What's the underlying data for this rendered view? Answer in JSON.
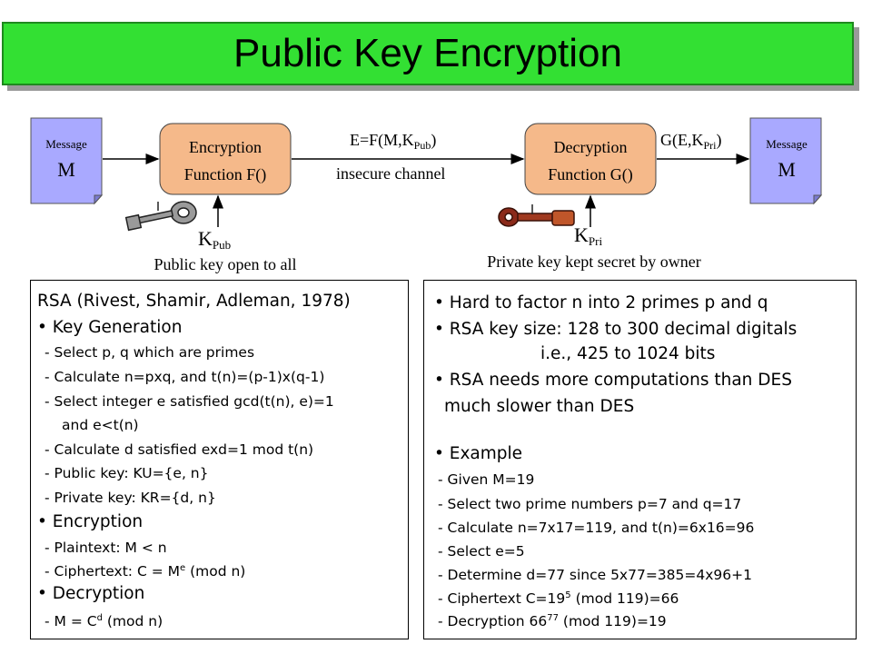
{
  "title": "Public Key Encryption",
  "diagram": {
    "message_left": {
      "label": "Message",
      "symbol": "M"
    },
    "message_right": {
      "label": "Message",
      "symbol": "M"
    },
    "encryption": {
      "line1": "Encryption",
      "line2": "Function F()"
    },
    "decryption": {
      "line1": "Decryption",
      "line2": "Function G()"
    },
    "e_formula": {
      "main": "E=F(M,K",
      "sub": "Pub",
      "close": ")"
    },
    "g_formula": {
      "main": "G(E,K",
      "sub": "Pri",
      "close": ")"
    },
    "channel": "insecure channel",
    "k_pub": {
      "main": "K",
      "sub": "Pub"
    },
    "k_pri": {
      "main": "K",
      "sub": "Pri"
    },
    "public_caption": "Public key open to all",
    "private_caption": "Private key kept secret by owner",
    "colors": {
      "message": "#a9a9ff",
      "function": "#f5b98a",
      "title": "#33e033",
      "key_public": "#666666",
      "key_private": "#8b2a1a"
    }
  },
  "left_box": {
    "heading": "RSA (Rivest, Shamir, Adleman, 1978)",
    "keygen_title": "• Key Generation",
    "kg1": "- Select p, q which are primes",
    "kg2": "- Calculate n=pxq, and t(n)=(p-1)x(q-1)",
    "kg3": "- Select integer e satisfied gcd(t(n), e)=1",
    "kg3b": "and e<t(n)",
    "kg4": "- Calculate d satisfied exd=1 mod t(n)",
    "kg5": "- Public key:  KU={e, n}",
    "kg6": "- Private key: KR={d, n}",
    "enc_title": "• Encryption",
    "enc1": "- Plaintext:   M < n",
    "enc2_pre": "- Ciphertext: C = M",
    "enc2_sup": "e",
    "enc2_post": " (mod n)",
    "dec_title": "• Decryption",
    "dec1_pre": "- M = C",
    "dec1_sup": "d",
    "dec1_post": " (mod n)"
  },
  "right_box": {
    "b1": "• Hard to factor n into 2 primes p and q",
    "b2": "• RSA key size: 128 to 300 decimal digitals",
    "b2b": "i.e., 425 to 1024 bits",
    "b3": "• RSA needs more computations than DES",
    "b3b": "much slower than DES",
    "ex_title": "• Example",
    "ex1": "- Given M=19",
    "ex2": "- Select two prime numbers p=7 and q=17",
    "ex3": "- Calculate n=7x17=119, and t(n)=6x16=96",
    "ex4": "- Select e=5",
    "ex5": "- Determine d=77 since 5x77=385=4x96+1",
    "ex6_pre": "- Ciphertext C=19",
    "ex6_sup": "5",
    "ex6_post": " (mod 119)=66",
    "ex7_pre": "- Decryption 66",
    "ex7_sup": "77",
    "ex7_post": " (mod 119)=19"
  }
}
